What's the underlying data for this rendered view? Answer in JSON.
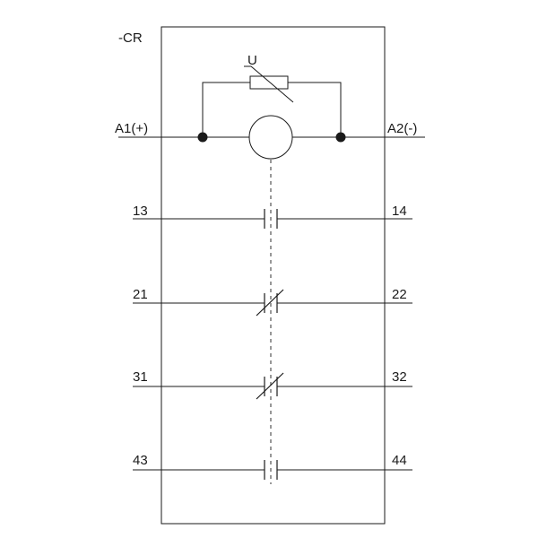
{
  "device": {
    "tag": "-CR"
  },
  "coil": {
    "varistor_label": "U",
    "left_terminal": "A1(+)",
    "right_terminal": "A2(-)"
  },
  "contacts": [
    {
      "left": "13",
      "right": "14",
      "kind": "normally-open"
    },
    {
      "left": "21",
      "right": "22",
      "kind": "normally-closed"
    },
    {
      "left": "31",
      "right": "32",
      "kind": "normally-closed"
    },
    {
      "left": "43",
      "right": "44",
      "kind": "normally-open"
    }
  ]
}
